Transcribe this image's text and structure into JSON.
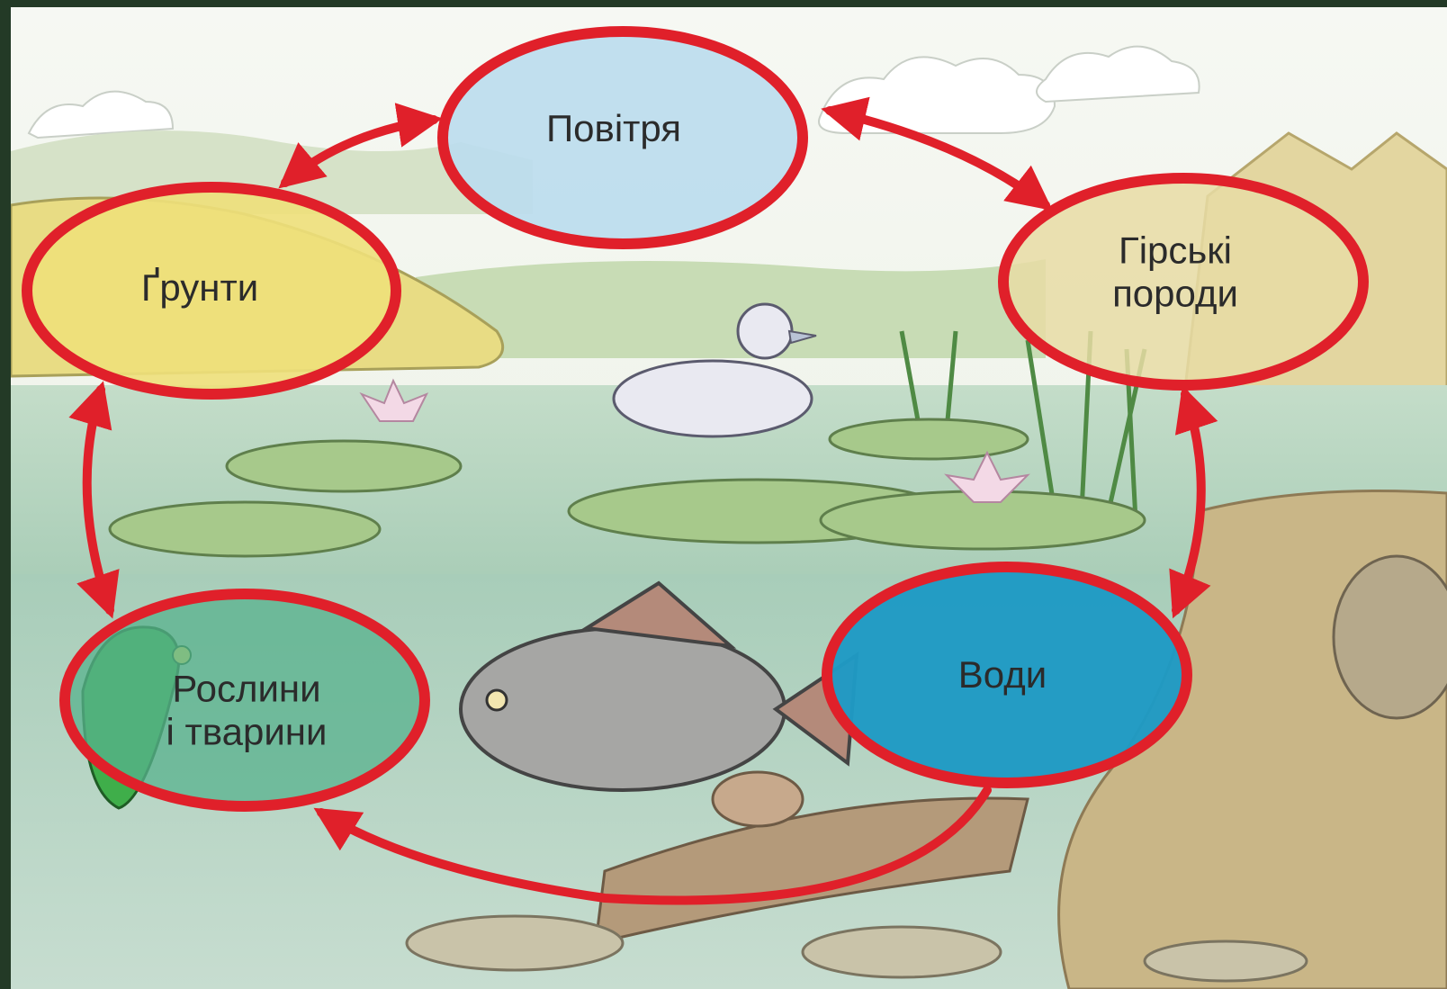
{
  "nodes": {
    "air": {
      "label": "Повітря"
    },
    "soils": {
      "label": "Ґрунти"
    },
    "rocks": {
      "label_line1": "Гірські",
      "label_line2": "породи"
    },
    "living": {
      "label_line1": "Рослини",
      "label_line2": "і тварини"
    },
    "waters": {
      "label": "Води"
    }
  },
  "colors": {
    "ring": "#e0202a",
    "air_fill": "#bcdcee",
    "soils_fill": "#eee07a",
    "rocks_fill": "#e7dca4",
    "living_fill": "#58b28e",
    "waters_fill": "#1f9ac4"
  },
  "connections": [
    [
      "air",
      "soils"
    ],
    [
      "air",
      "rocks"
    ],
    [
      "soils",
      "living"
    ],
    [
      "rocks",
      "waters"
    ],
    [
      "waters",
      "living"
    ]
  ]
}
